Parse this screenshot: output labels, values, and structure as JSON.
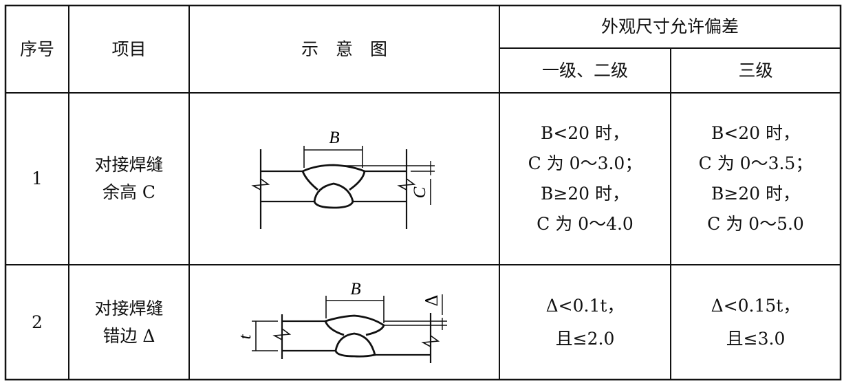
{
  "header": {
    "no": "序号",
    "item": "项目",
    "diagram": "示　意　图",
    "tolerance": "外观尺寸允许偏差",
    "grade12": "一级、二级",
    "grade3": "三级"
  },
  "rows": [
    {
      "no": "1",
      "item_line1": "对接焊缝",
      "item_line2": "余高 C",
      "diagram_labels": {
        "width": "B",
        "height": "C"
      },
      "grade12": [
        "B<20 时，",
        "C 为 0～3.0；",
        "B≥20 时，",
        "C 为 0～4.0"
      ],
      "grade3": [
        "B<20 时，",
        "C 为 0～3.5；",
        "B≥20 时，",
        "C 为 0～5.0"
      ]
    },
    {
      "no": "2",
      "item_line1": "对接焊缝",
      "item_line2": "错边 Δ",
      "diagram_labels": {
        "width": "B",
        "offset": "Δ",
        "thickness": "t"
      },
      "grade12": [
        "Δ<0.1t，",
        "且≤2.0"
      ],
      "grade3": [
        "Δ<0.15t，",
        "且≤3.0"
      ]
    }
  ]
}
